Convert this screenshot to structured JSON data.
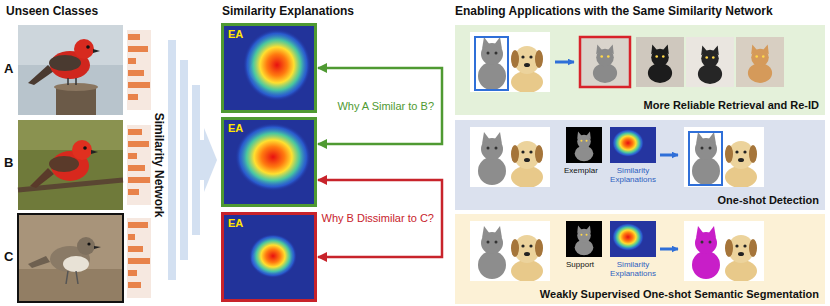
{
  "diagram": {
    "nodes": [
      {
        "text": [
          "EA"
        ]
      },
      {
        "text": [
          "EA"
        ]
      },
      {
        "text": [
          "EA"
        ]
      },
      {
        "text": [
          "More Reliable Retrieval and Re-ID"
        ]
      },
      {
        "text": [
          "One-shot Detection"
        ]
      },
      {
        "text": [
          "Weakly Supervised One-shot Semantic Segmentation"
        ]
      }
    ],
    "edges": [
      {
        "from": 0,
        "to": 1,
        "arrow": "both",
        "label": "Why A Similar to B?"
      },
      {
        "from": 1,
        "to": 2,
        "arrow": "both",
        "label": "Why B Dissimilar to C?"
      }
    ],
    "labels": [
      "Unseen Classes",
      "A",
      "B",
      "C",
      "Similarity Network",
      "Similarity Explanations",
      "Enabling Applications with the Same Similarity Network",
      "Exemplar",
      "Similarity Explanations",
      "Support",
      "Similarity Explanations"
    ]
  }
}
